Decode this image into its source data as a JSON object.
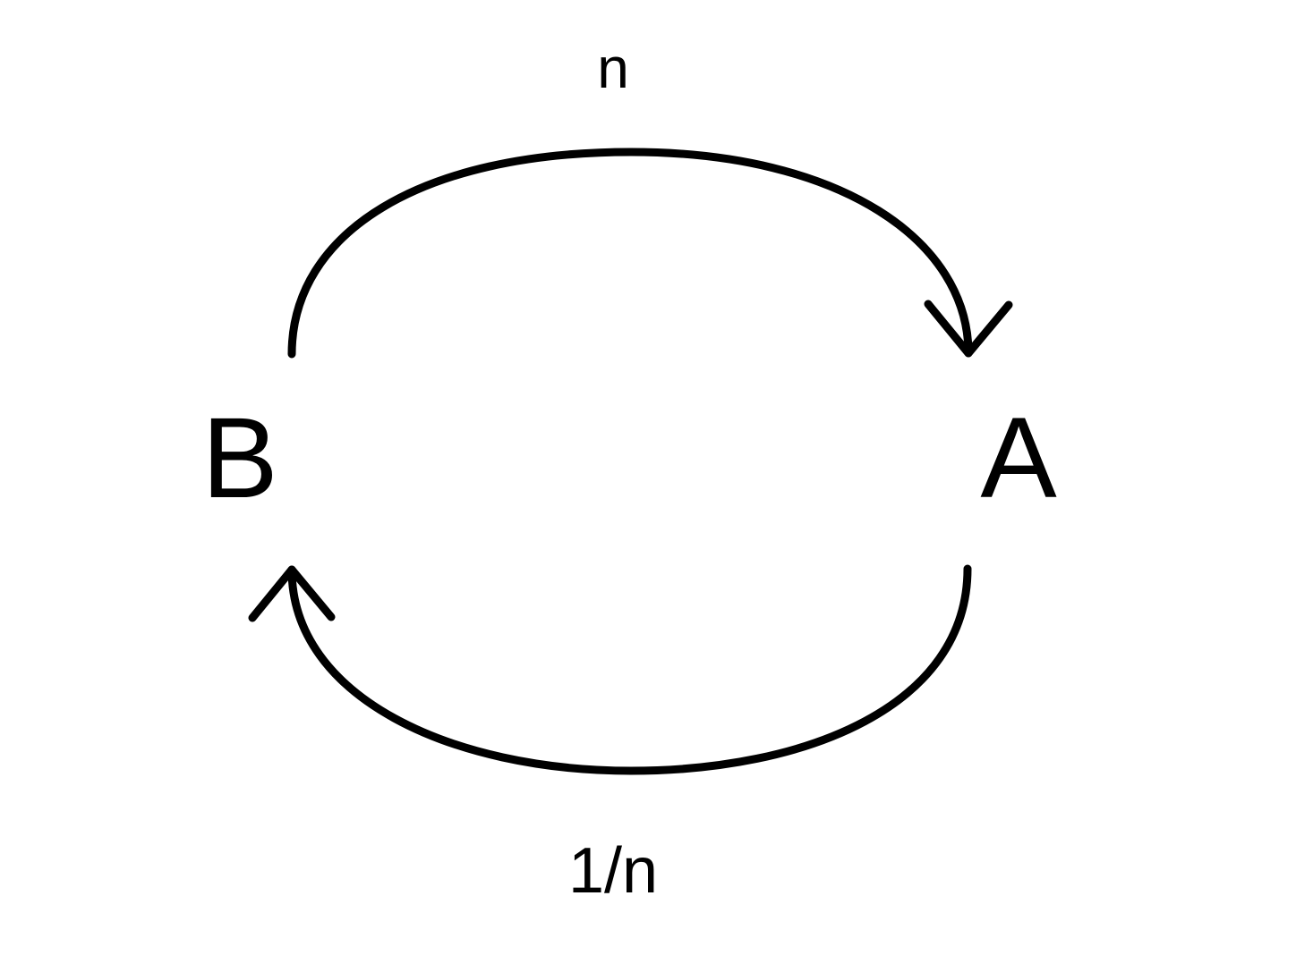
{
  "diagram": {
    "nodes": [
      {
        "id": "B",
        "label": "B"
      },
      {
        "id": "A",
        "label": "A"
      }
    ],
    "edges": [
      {
        "from": "B",
        "to": "A",
        "label": "n"
      },
      {
        "from": "A",
        "to": "B",
        "label": "1/n"
      }
    ],
    "colors": {
      "stroke": "#000000",
      "text": "#000000",
      "background": "#ffffff"
    }
  }
}
